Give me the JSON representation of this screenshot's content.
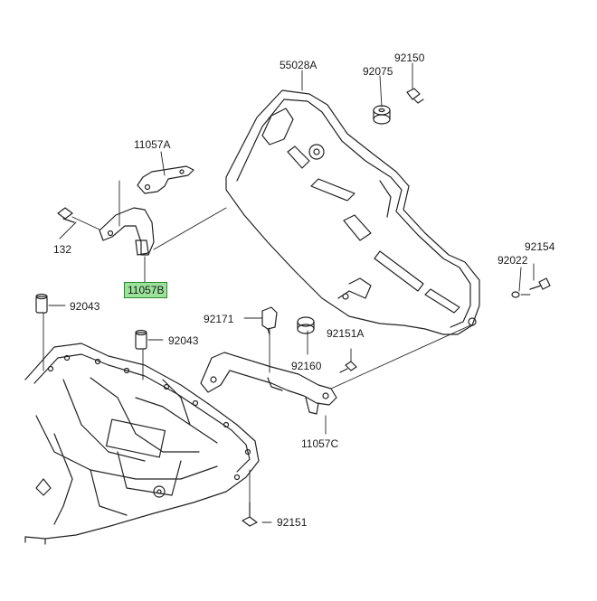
{
  "diagram": {
    "highlight_color": "#9be29b",
    "line_color": "#222222",
    "parts": [
      {
        "id": "p55028A",
        "label": "55028A"
      },
      {
        "id": "p92075",
        "label": "92075"
      },
      {
        "id": "p92150",
        "label": "92150"
      },
      {
        "id": "p11057A",
        "label": "11057A"
      },
      {
        "id": "p132",
        "label": "132"
      },
      {
        "id": "p11057B",
        "label": "11057B",
        "highlighted": true
      },
      {
        "id": "p92154",
        "label": "92154"
      },
      {
        "id": "p92022",
        "label": "92022"
      },
      {
        "id": "p92043a",
        "label": "92043"
      },
      {
        "id": "p92043b",
        "label": "92043"
      },
      {
        "id": "p92171",
        "label": "92171"
      },
      {
        "id": "p92151A",
        "label": "92151A"
      },
      {
        "id": "p92160",
        "label": "92160"
      },
      {
        "id": "p11057C",
        "label": "11057C"
      },
      {
        "id": "p92151",
        "label": "92151"
      }
    ]
  }
}
